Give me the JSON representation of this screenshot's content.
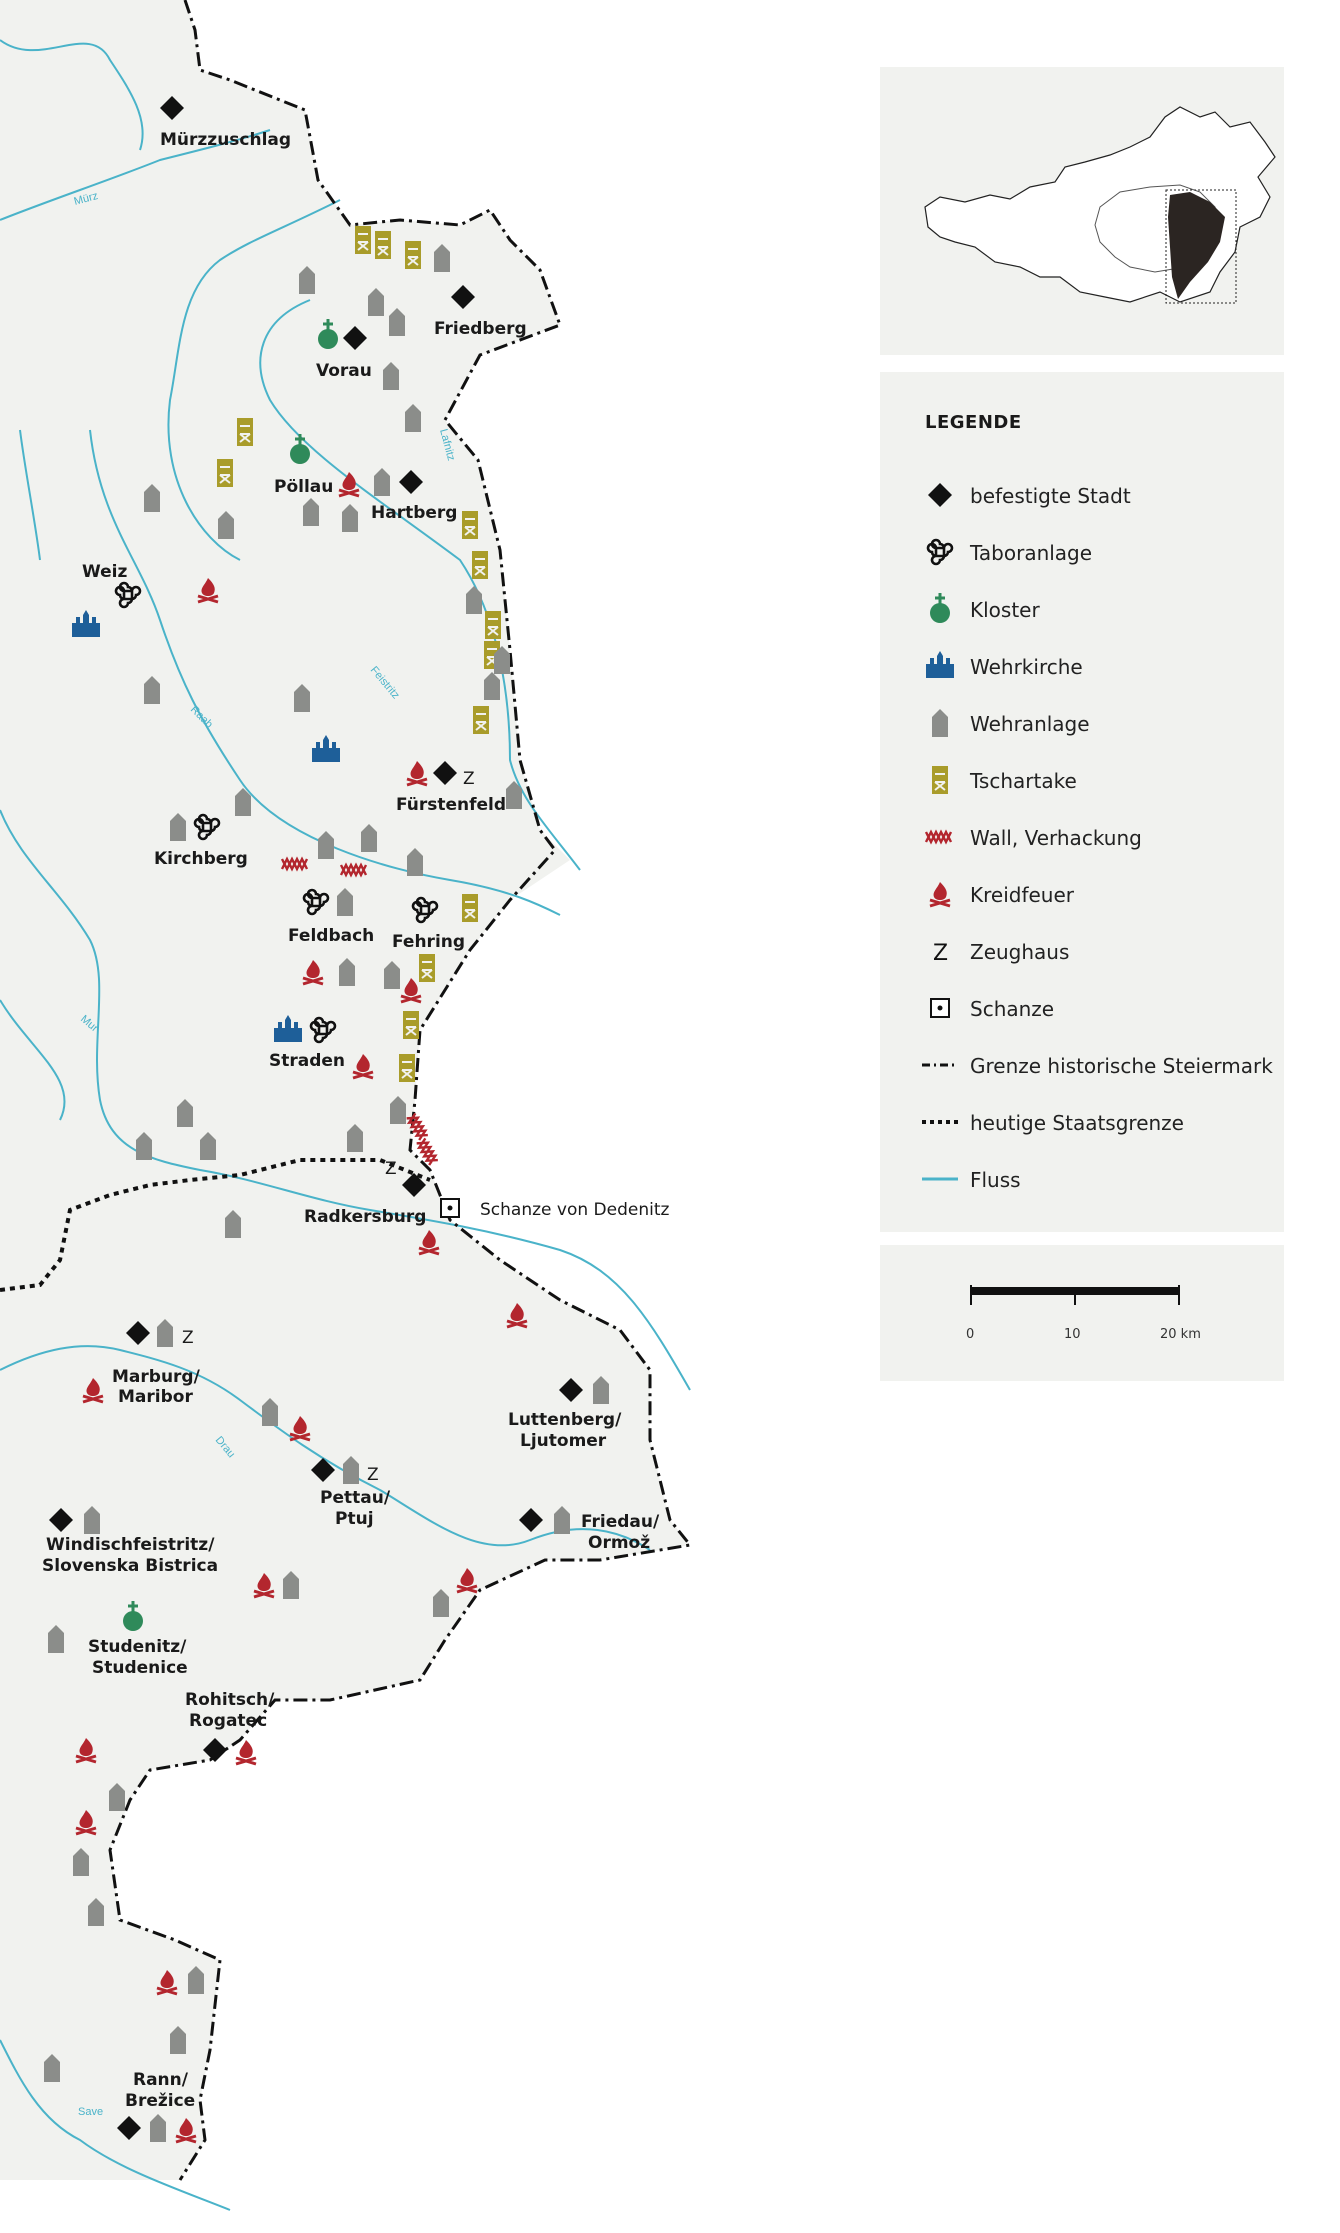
{
  "towns": {
    "muerzzuschlag": "Mürzzuschlag",
    "friedberg": "Friedberg",
    "vorau": "Vorau",
    "poellau": "Pöllau",
    "hartberg": "Hartberg",
    "weiz": "Weiz",
    "fuerstenfeld": "Fürstenfeld",
    "kirchberg": "Kirchberg",
    "feldbach": "Feldbach",
    "fehring": "Fehring",
    "straden": "Straden",
    "radkersburg": "Radkersburg",
    "dedenitz": "Schanze von Dedenitz",
    "marburg_1": "Marburg/",
    "marburg_2": "Maribor",
    "luttenberg_1": "Luttenberg/",
    "luttenberg_2": "Ljutomer",
    "pettau_1": "Pettau/",
    "pettau_2": "Ptuj",
    "friedau_1": "Friedau/",
    "friedau_2": "Ormož",
    "windisch_1": "Windischfeistritz/",
    "windisch_2": "Slovenska Bistrica",
    "studenitz_1": "Studenitz/",
    "studenitz_2": "Studenice",
    "rohitsch_1": "Rohitsch/",
    "rohitsch_2": "Rogatec",
    "rann_1": "Rann/",
    "rann_2": "Brežice"
  },
  "rivers": {
    "muerz": "Mürz",
    "lafnitz": "Lafnitz",
    "feistritz": "Feistritz",
    "raab": "Raab",
    "mur": "Mur",
    "drau": "Drau",
    "save": "Save"
  },
  "zeughaus_mark": "Z",
  "legend": {
    "title": "LEGENDE",
    "items": [
      {
        "icon": "diamond-icon",
        "label": "befestigte Stadt"
      },
      {
        "icon": "command-knot-icon",
        "label": "Taboranlage"
      },
      {
        "icon": "cross-orb-icon",
        "label": "Kloster"
      },
      {
        "icon": "fortified-church-icon",
        "label": "Wehrkirche"
      },
      {
        "icon": "tower-icon",
        "label": "Wehranlage"
      },
      {
        "icon": "watchtower-icon",
        "label": "Tschartake"
      },
      {
        "icon": "barricade-icon",
        "label": "Wall, Verhackung"
      },
      {
        "icon": "fire-icon",
        "label": "Kreidfeuer"
      },
      {
        "icon": "letter-z-icon",
        "label": "Zeughaus"
      },
      {
        "icon": "dotted-square-icon",
        "label": "Schanze"
      },
      {
        "icon": "dash-dot-line-icon",
        "label": "Grenze historische Steiermark"
      },
      {
        "icon": "dotted-line-icon",
        "label": "heutige Staatsgrenze"
      },
      {
        "icon": "river-line-icon",
        "label": "Fluss"
      }
    ]
  },
  "scale": {
    "ticks": [
      "0",
      "10",
      "20 km"
    ]
  },
  "colors": {
    "land": "#f1f2ef",
    "river": "#4ab3c9",
    "black": "#111111",
    "monastery_green": "#2f8a5a",
    "church_blue": "#1e5f99",
    "tower_grey": "#8b8d8a",
    "tschartake_olive": "#a99c2a",
    "fire_red": "#b3262e",
    "inset_highlight": "#2b2522"
  }
}
